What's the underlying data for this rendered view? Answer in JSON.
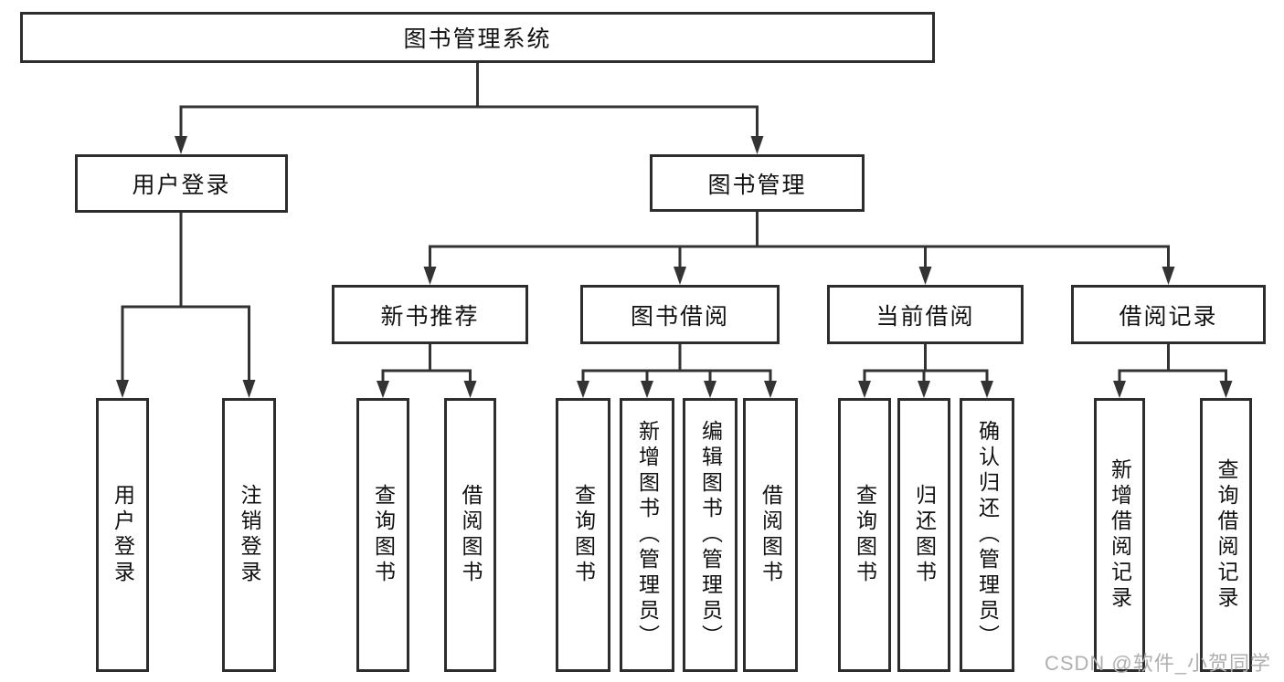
{
  "tree": {
    "root": "图书管理系统",
    "user_login": {
      "label": "用户登录",
      "children": [
        "用户登录",
        "注销登录"
      ]
    },
    "book_management": {
      "label": "图书管理",
      "groups": [
        {
          "label": "新书推荐",
          "children": [
            "查询图书",
            "借阅图书"
          ]
        },
        {
          "label": "图书借阅",
          "children": [
            "查询图书",
            "新增图书（管理员）",
            "编辑图书（管理员）",
            "借阅图书"
          ]
        },
        {
          "label": "当前借阅",
          "children": [
            "查询图书",
            "归还图书",
            "确认归还（管理员）"
          ]
        },
        {
          "label": "借阅记录",
          "children": [
            "新增借阅记录",
            "查询借阅记录"
          ]
        }
      ]
    }
  },
  "watermark": "CSDN @软件_小贺同学",
  "colors": {
    "line": "#333333",
    "box_border": "#2d2d2d",
    "text": "#111111",
    "watermark": "#b0b0b0",
    "background": "#ffffff"
  }
}
